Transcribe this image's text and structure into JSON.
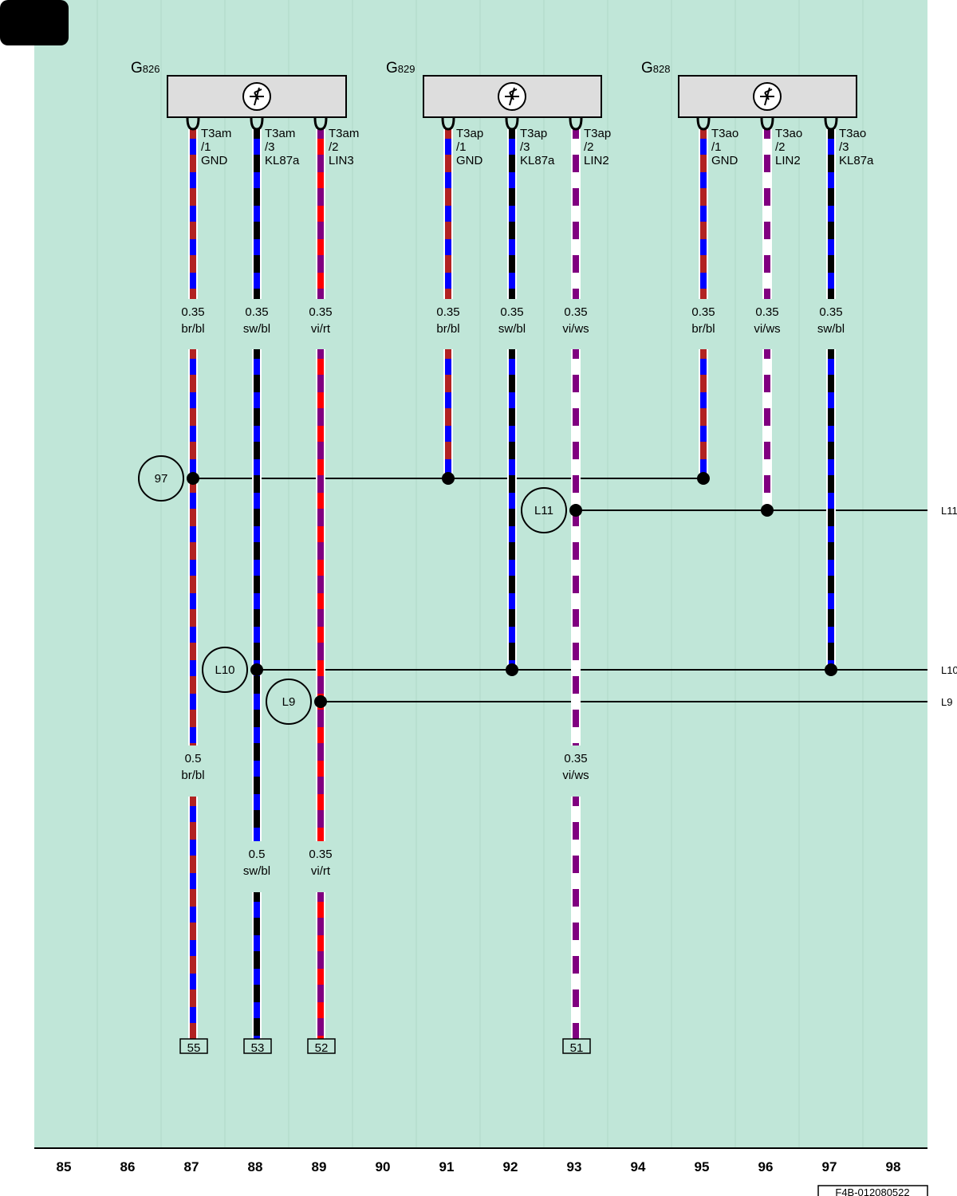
{
  "components": [
    {
      "name": "G826",
      "prefix": "G",
      "number": "826",
      "icon": "sensor-icon"
    },
    {
      "name": "G829",
      "prefix": "G",
      "number": "829",
      "icon": "sensor-icon"
    },
    {
      "name": "G828",
      "prefix": "G",
      "number": "828",
      "icon": "sensor-icon"
    }
  ],
  "wires": [
    {
      "id": "w87",
      "column": 87,
      "pin": [
        "T3am",
        "/1",
        "GND"
      ],
      "colors": [
        "br/bl"
      ],
      "segments": [
        {
          "size": "0.35",
          "color": "br/bl"
        },
        {
          "size": "0.5",
          "color": "br/bl"
        }
      ],
      "stroke": [
        "#b22222",
        "#0000ff"
      ],
      "terminal": "55"
    },
    {
      "id": "w88",
      "column": 88,
      "pin": [
        "T3am",
        "/3",
        "KL87a"
      ],
      "segments": [
        {
          "size": "0.35",
          "color": "sw/bl"
        },
        {
          "size": "0.5",
          "color": "sw/bl"
        }
      ],
      "stroke": [
        "#000000",
        "#0000ff"
      ],
      "terminal": "53"
    },
    {
      "id": "w89",
      "column": 89,
      "pin": [
        "T3am",
        "/2",
        "LIN3"
      ],
      "segments": [
        {
          "size": "0.35",
          "color": "vi/rt"
        },
        {
          "size": "0.35",
          "color": "vi/rt"
        }
      ],
      "stroke": [
        "#800080",
        "#ff0000"
      ],
      "terminal": "52"
    },
    {
      "id": "w91",
      "column": 91,
      "pin": [
        "T3ap",
        "/1",
        "GND"
      ],
      "segments": [
        {
          "size": "0.35",
          "color": "br/bl"
        }
      ],
      "stroke": [
        "#b22222",
        "#0000ff"
      ],
      "terminal": ""
    },
    {
      "id": "w92",
      "column": 92,
      "pin": [
        "T3ap",
        "/3",
        "KL87a"
      ],
      "segments": [
        {
          "size": "0.35",
          "color": "sw/bl"
        }
      ],
      "stroke": [
        "#000000",
        "#0000ff"
      ],
      "terminal": ""
    },
    {
      "id": "w93",
      "column": 93,
      "pin": [
        "T3ap",
        "/2",
        "LIN2"
      ],
      "segments": [
        {
          "size": "0.35",
          "color": "vi/ws"
        },
        {
          "size": "0.35",
          "color": "vi/ws"
        }
      ],
      "stroke": [
        "#800080",
        "#ffffff"
      ],
      "terminal": "51"
    },
    {
      "id": "w95",
      "column": 95,
      "pin": [
        "T3ao",
        "/1",
        "GND"
      ],
      "segments": [
        {
          "size": "0.35",
          "color": "br/bl"
        }
      ],
      "stroke": [
        "#b22222",
        "#0000ff"
      ],
      "terminal": ""
    },
    {
      "id": "w96",
      "column": 96,
      "pin": [
        "T3ao",
        "/2",
        "LIN2"
      ],
      "segments": [
        {
          "size": "0.35",
          "color": "vi/ws"
        }
      ],
      "stroke": [
        "#800080",
        "#ffffff"
      ],
      "terminal": ""
    },
    {
      "id": "w97",
      "column": 97,
      "pin": [
        "T3ao",
        "/3",
        "KL87a"
      ],
      "segments": [
        {
          "size": "0.35",
          "color": "sw/bl"
        }
      ],
      "stroke": [
        "#000000",
        "#0000ff"
      ],
      "terminal": ""
    }
  ],
  "connections": [
    {
      "label": "97",
      "right_label": ""
    },
    {
      "label": "L11",
      "right_label": "L11"
    },
    {
      "label": "L10",
      "right_label": "L10"
    },
    {
      "label": "L9",
      "right_label": "L9"
    }
  ],
  "columns": [
    "85",
    "86",
    "87",
    "88",
    "89",
    "90",
    "91",
    "92",
    "93",
    "94",
    "95",
    "96",
    "97",
    "98"
  ],
  "footer": {
    "code": "F4B-012080522"
  },
  "colors": {
    "background": "#c0e6d8",
    "box_fill": "#dddddd"
  }
}
